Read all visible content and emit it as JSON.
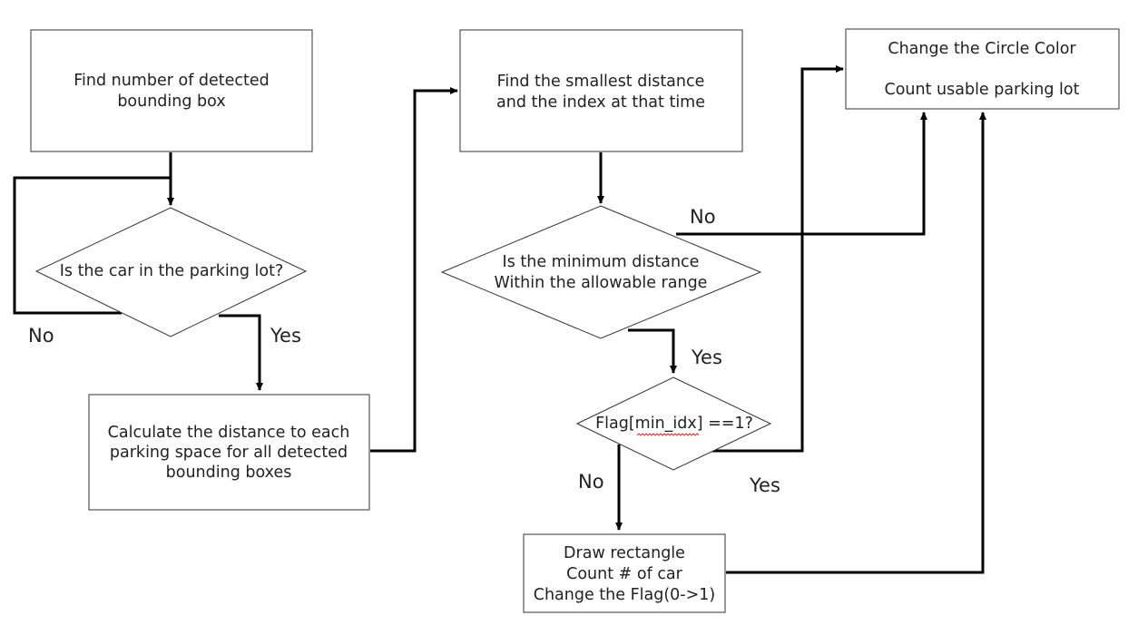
{
  "nodes": {
    "find_boxes": {
      "lines": [
        "Find number of detected",
        "bounding box"
      ]
    },
    "car_in_lot": {
      "lines": [
        "Is the car in the parking lot?"
      ]
    },
    "calc_distance": {
      "lines": [
        "Calculate the distance to each",
        "parking space for all detected",
        "bounding boxes"
      ]
    },
    "find_smallest": {
      "lines": [
        "Find the smallest distance",
        "and the index at that time"
      ]
    },
    "min_in_range": {
      "lines": [
        "Is the minimum distance",
        "Within the allowable range"
      ]
    },
    "flag_check": {
      "lines": [
        "Flag[min_idx] ==1?"
      ]
    },
    "change_color": {
      "lines": [
        "Change the Circle Color",
        "",
        "Count usable parking lot"
      ]
    },
    "draw_rect": {
      "lines": [
        "Draw rectangle",
        "Count # of car",
        "Change the Flag(0->1)"
      ]
    }
  },
  "edge_labels": {
    "car_no": "No",
    "car_yes": "Yes",
    "range_no": "No",
    "range_yes": "Yes",
    "flag_no": "No",
    "flag_yes": "Yes"
  },
  "colors": {
    "line": "#000000",
    "border": "#333333",
    "text": "#222222",
    "spellcheck": "#e03030"
  }
}
